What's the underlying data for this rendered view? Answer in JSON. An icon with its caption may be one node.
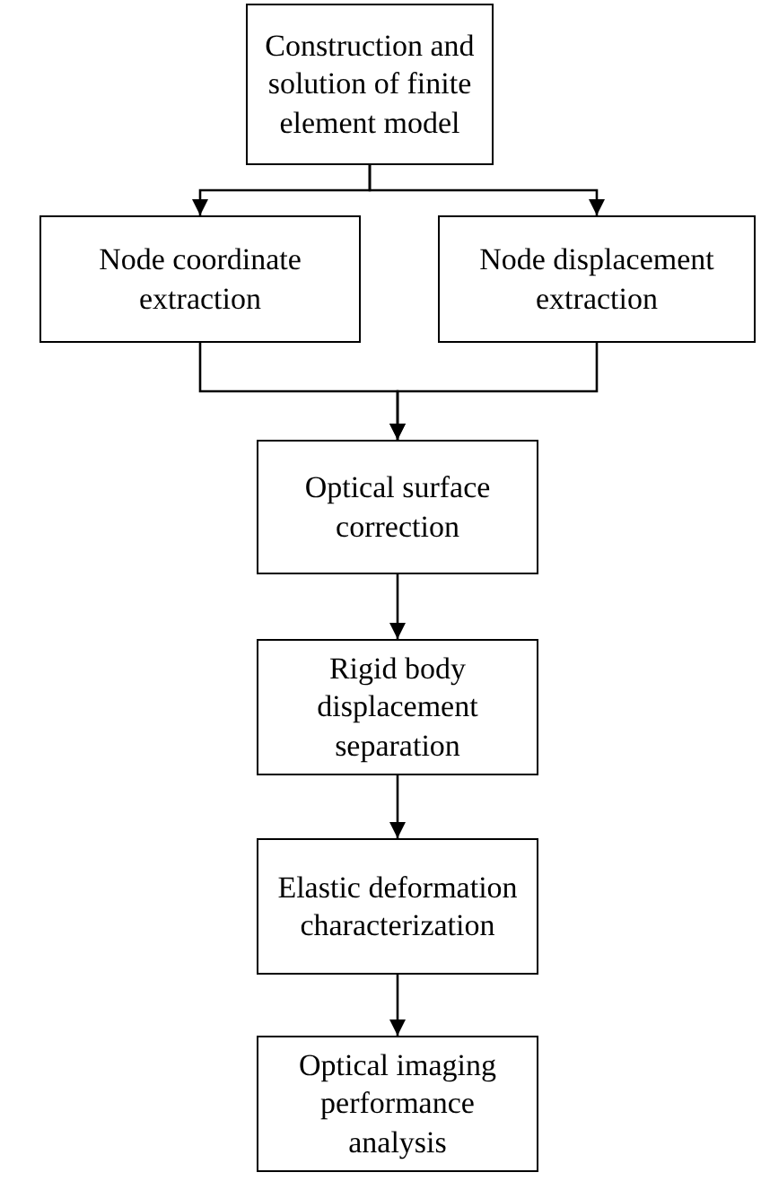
{
  "diagram": {
    "nodes": [
      {
        "text": [
          "Construction and solution of finite element model"
        ]
      },
      {
        "text": [
          "Node coordinate extraction"
        ]
      },
      {
        "text": [
          "Node displacement extraction"
        ]
      },
      {
        "text": [
          "Optical surface correction"
        ]
      },
      {
        "text": [
          "Rigid body displacement separation"
        ]
      },
      {
        "text": [
          "Elastic deformation characterization"
        ]
      },
      {
        "text": [
          "Optical imaging performance analysis"
        ]
      }
    ],
    "edges": [
      {
        "from": 0,
        "to": 1,
        "arrow": "to"
      },
      {
        "from": 0,
        "to": 2,
        "arrow": "to"
      },
      {
        "from": 1,
        "to": 3,
        "arrow": "to"
      },
      {
        "from": 2,
        "to": 3,
        "arrow": "to"
      },
      {
        "from": 3,
        "to": 4,
        "arrow": "to"
      },
      {
        "from": 4,
        "to": 5,
        "arrow": "to"
      },
      {
        "from": 5,
        "to": 6,
        "arrow": "to"
      }
    ]
  }
}
